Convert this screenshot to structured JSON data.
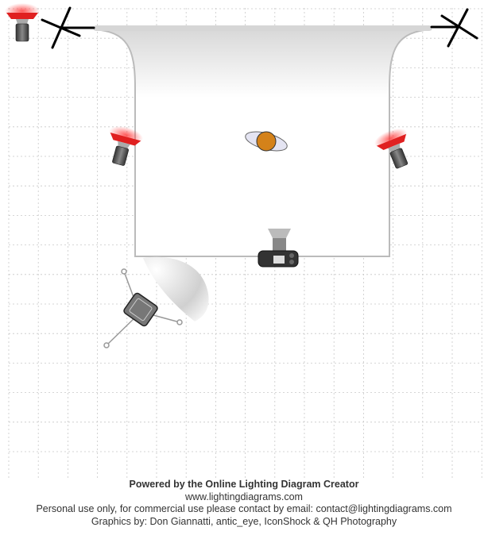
{
  "diagram": {
    "elements": [
      {
        "type": "background-paper",
        "icon": "backdrop-icon"
      },
      {
        "type": "background-stand",
        "icon": "stand-icon"
      },
      {
        "type": "strobe-light",
        "icon": "strobe-icon"
      },
      {
        "type": "umbrella-light",
        "icon": "umbrella-icon"
      },
      {
        "type": "subject",
        "icon": "person-icon"
      },
      {
        "type": "camera",
        "icon": "camera-icon"
      }
    ],
    "colors": {
      "light_reflector": "#e02020",
      "subject": "#d4821a",
      "grid": "#c8c8c8"
    }
  },
  "credits": {
    "powered_by": "Powered by the Online Lighting Diagram Creator",
    "website": "www.lightingdiagrams.com",
    "license": "Personal use only, for commercial use please contact by email: contact@lightingdiagrams.com",
    "graphics_by": "Graphics by: Don Giannatti, antic_eye, IconShock & QH Photography"
  }
}
